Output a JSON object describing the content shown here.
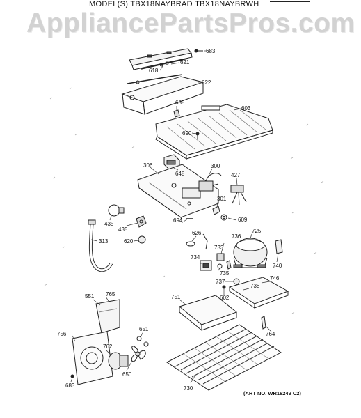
{
  "header": {
    "model_line": "MODEL(S) TBX18NAYBRAD  TBX18NAYBRWH",
    "watermark": "AppliancePartsPros.com"
  },
  "parts": {
    "p683a": "683",
    "p621": "621",
    "p618": "618",
    "p622": "622",
    "p688": "688",
    "p603": "603",
    "p690": "690",
    "p306": "306",
    "p648": "648",
    "p300": "300",
    "p427": "427",
    "p301": "301",
    "p694": "694",
    "p609": "609",
    "p435a": "435",
    "p435b": "435",
    "p313": "313",
    "p620": "620",
    "p626": "626",
    "p725": "725",
    "p736": "736",
    "p733": "733",
    "p734": "734",
    "p735": "735",
    "p740": "740",
    "p737": "737",
    "p746": "746",
    "p738": "738",
    "p602": "602",
    "p751": "751",
    "p551": "551",
    "p765": "765",
    "p651": "651",
    "p756": "756",
    "p762": "762",
    "p650": "650",
    "p683b": "683",
    "p730": "730",
    "p764": "764"
  },
  "footer": {
    "art_no": "(ART NO. WR18249 C2)"
  }
}
